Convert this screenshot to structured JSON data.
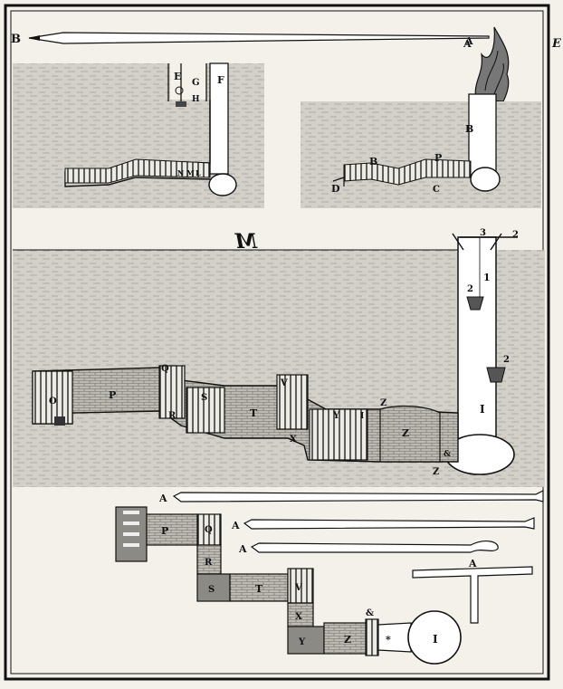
{
  "plate": {
    "edge_letter": "E",
    "heading": "M",
    "colors": {
      "ink": "#111111",
      "paper": "#f3f1ea",
      "earth": "#d2d0c8",
      "brick": "#bcbab2",
      "dark": "#555555"
    }
  },
  "rod_top": {
    "left_label": "B",
    "right_label": "A"
  },
  "fig_left": {
    "labels": [
      "E",
      "G",
      "H",
      "F",
      "N",
      "M",
      "L"
    ]
  },
  "fig_right": {
    "labels": [
      "A",
      "B",
      "B",
      "P",
      "C",
      "D"
    ]
  },
  "fig_main": {
    "labels": [
      "3",
      "2",
      "1",
      "2",
      "2",
      "I",
      "O",
      "P",
      "Q",
      "R",
      "S",
      "T",
      "V",
      "X",
      "Y",
      "Z",
      "Z",
      "Z",
      "&",
      "I"
    ]
  },
  "plan": {
    "labels": [
      "P",
      "Q",
      "R",
      "S",
      "T",
      "V",
      "X",
      "Y",
      "Z",
      "&",
      "*",
      "I"
    ]
  },
  "rods_bottom": {
    "labels": [
      "A",
      "A",
      "A",
      "A"
    ]
  }
}
